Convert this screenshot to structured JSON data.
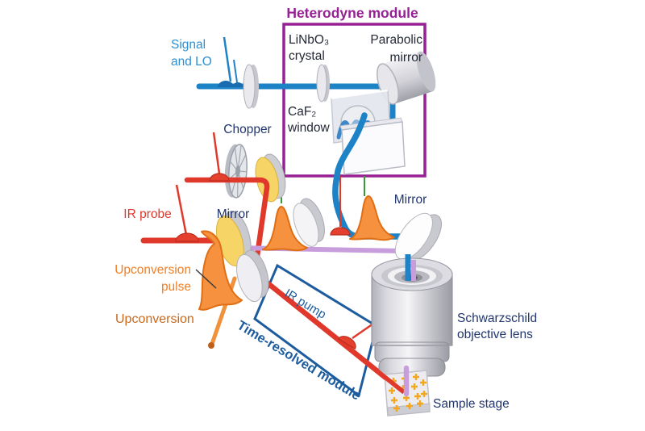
{
  "diagram": {
    "heterodyne_module": {
      "title": "Heterodyne module",
      "crystal_label_line1": "LiNbO₃",
      "crystal_label_line2": "crystal",
      "parabolic_label_line1": "Parabolic",
      "parabolic_label_line2": "mirror",
      "window_label_line1": "CaF₂",
      "window_label_line2": "window"
    },
    "time_resolved_module": {
      "title": "Time-resolved module",
      "ir_pump_label": "IR pump"
    },
    "beams": {
      "signal_lo_line1": "Signal",
      "signal_lo_line2": "and LO",
      "ir_probe_label": "IR probe",
      "upconversion_pulse_line1": "Upconversion",
      "upconversion_pulse_line2": "pulse",
      "upconversion_label": "Upconversion"
    },
    "components": {
      "chopper_label": "Chopper",
      "mirror_left_label": "Mirror",
      "mirror_right_label": "Mirror",
      "objective_label_line1": "Schwarzschild",
      "objective_label_line2": "objective lens",
      "sample_stage_label": "Sample stage"
    },
    "colors": {
      "beam_blue": "#1e82c6",
      "label_blue": "#2e8fd0",
      "module_purple": "#962094",
      "navy_text": "#21366e",
      "beam_red": "#e0392b",
      "pulse_orange": "#f5913f",
      "pulse_orange_outline": "#e06e14",
      "label_orange": "#f08028",
      "label_orange_dark": "#c8691e",
      "mirror_yellow": "#f7d466",
      "violet_beam": "#c79edb",
      "green_stem": "#3a9a3a",
      "time_resolved_blue": "#1d5c9e",
      "sample_gold": "#f2a71f"
    }
  }
}
